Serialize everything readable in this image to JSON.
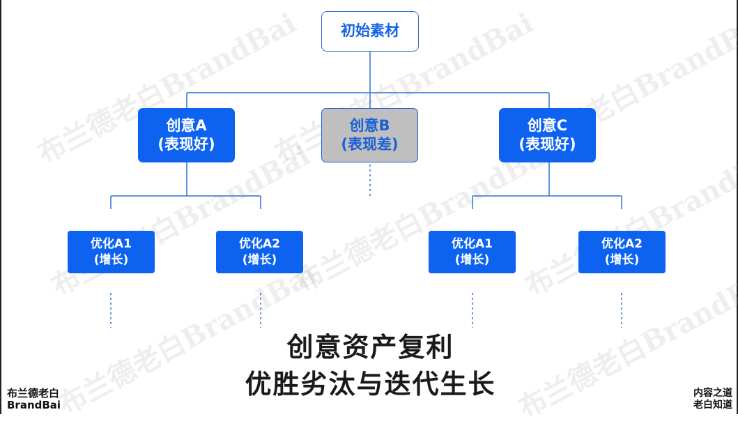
{
  "watermark": "布兰德老白BrandBai",
  "root": {
    "label": "初始素材"
  },
  "creatives": [
    {
      "line1": "创意A",
      "line2": "(表现好)"
    },
    {
      "line1": "创意B",
      "line2": "(表现差)"
    },
    {
      "line1": "创意C",
      "line2": "(表现好)"
    }
  ],
  "optimizations": [
    {
      "line1": "优化A1",
      "line2": "(增长)"
    },
    {
      "line1": "优化A2",
      "line2": "(增长)"
    },
    {
      "line1": "优化A1",
      "line2": "(增长)"
    },
    {
      "line1": "优化A2",
      "line2": "(增长)"
    }
  ],
  "title": {
    "line1": "创意资产复利",
    "line2": "优胜劣汰与迭代生长"
  },
  "brand_left": {
    "line1": "布兰德老白",
    "line2": "BrandBai"
  },
  "brand_right": {
    "line1": "内容之道",
    "line2": "老白知道"
  },
  "colors": {
    "blue": "#0d63ef",
    "gray": "#bfbfbf",
    "line": "#2f6fd6"
  }
}
